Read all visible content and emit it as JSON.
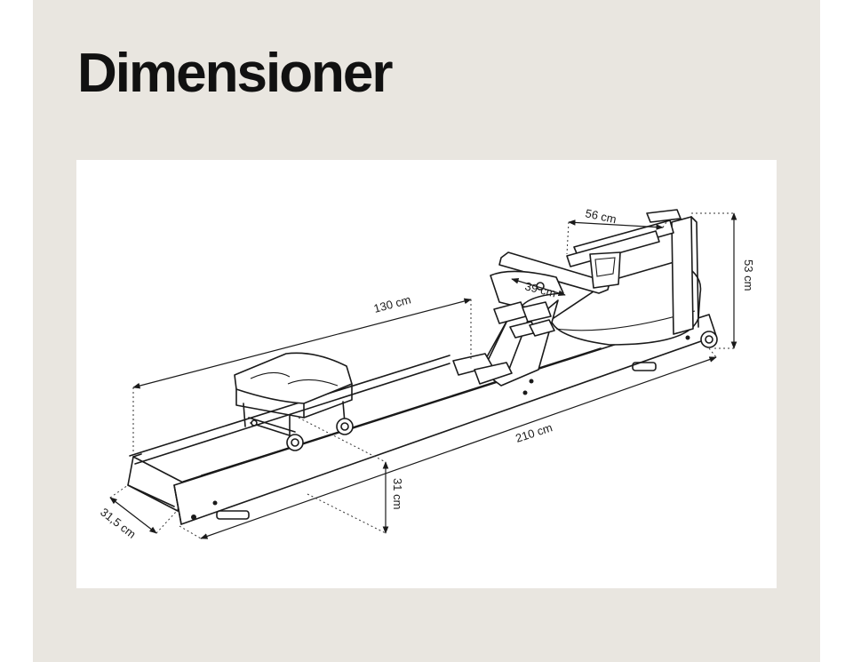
{
  "page": {
    "title": "Dimensioner"
  },
  "diagram": {
    "dimensions": {
      "total_length": "210 cm",
      "rail_length": "130 cm",
      "top_width": "56 cm",
      "monitor_width": "39 cm",
      "height": "53 cm",
      "seat_height": "31 cm",
      "base_width": "31,5 cm"
    }
  }
}
